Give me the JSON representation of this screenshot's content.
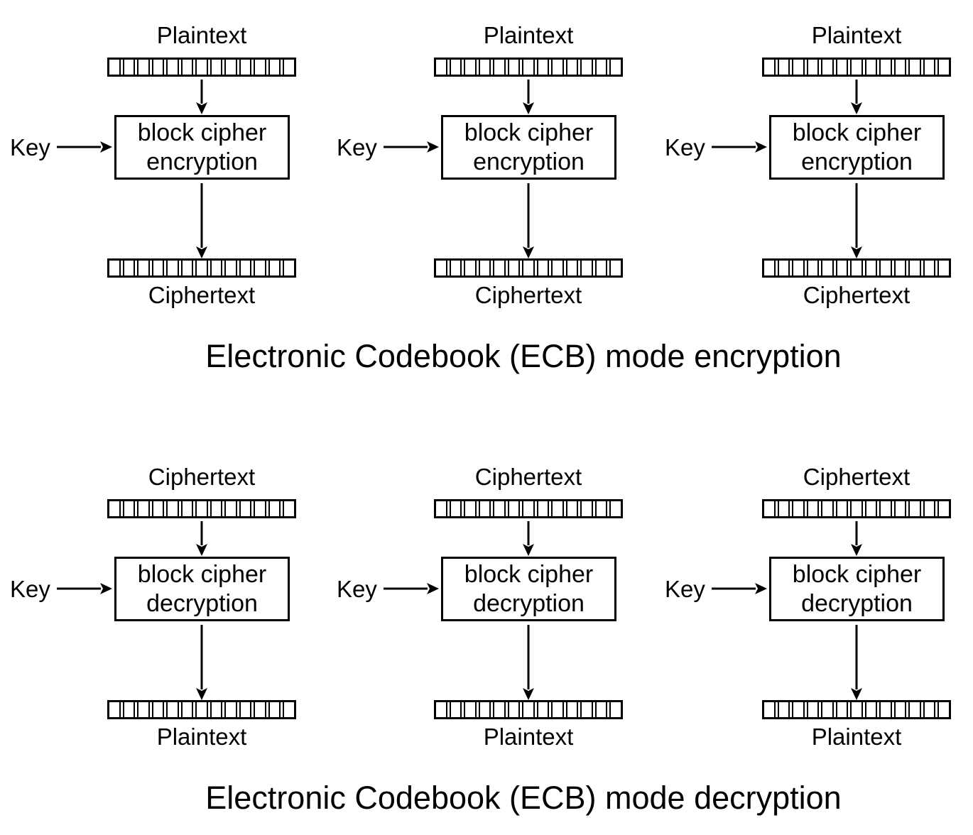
{
  "diagram": {
    "background_color": "#ffffff",
    "line_color": "#000000",
    "block_cells": 13,
    "sections": [
      {
        "name": "encryption",
        "caption": "Electronic Codebook (ECB) mode encryption",
        "units": [
          {
            "top_label": "Plaintext",
            "key_label": "Key",
            "box_line1": "block cipher",
            "box_line2": "encryption",
            "bottom_label": "Ciphertext"
          },
          {
            "top_label": "Plaintext",
            "key_label": "Key",
            "box_line1": "block cipher",
            "box_line2": "encryption",
            "bottom_label": "Ciphertext"
          },
          {
            "top_label": "Plaintext",
            "key_label": "Key",
            "box_line1": "block cipher",
            "box_line2": "encryption",
            "bottom_label": "Ciphertext"
          }
        ]
      },
      {
        "name": "decryption",
        "caption": "Electronic Codebook (ECB) mode decryption",
        "units": [
          {
            "top_label": "Ciphertext",
            "key_label": "Key",
            "box_line1": "block cipher",
            "box_line2": "decryption",
            "bottom_label": "Plaintext"
          },
          {
            "top_label": "Ciphertext",
            "key_label": "Key",
            "box_line1": "block cipher",
            "box_line2": "decryption",
            "bottom_label": "Plaintext"
          },
          {
            "top_label": "Ciphertext",
            "key_label": "Key",
            "box_line1": "block cipher",
            "box_line2": "decryption",
            "bottom_label": "Plaintext"
          }
        ]
      }
    ]
  }
}
